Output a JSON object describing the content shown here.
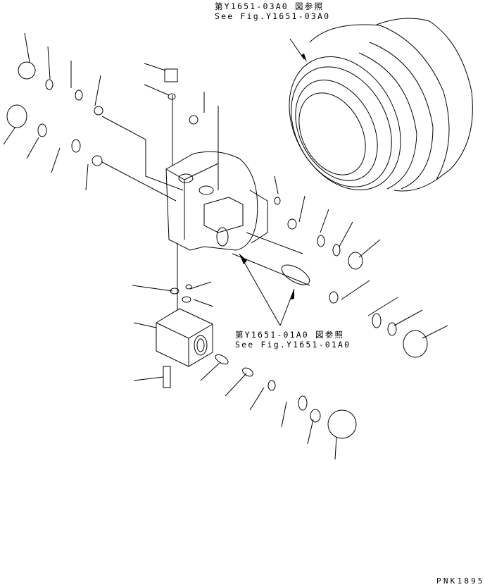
{
  "diagram": {
    "type": "exploded-parts-view",
    "references": [
      {
        "id": "ref-top",
        "line1": "第Y1651-03A0 図参照",
        "line2": "See Fig.Y1651-03A0"
      },
      {
        "id": "ref-mid",
        "line1": "第Y1651-01A0 図参照",
        "line2": "See Fig.Y1651-01A0"
      }
    ],
    "figure_code": "PNK1895",
    "line_color": "#000000",
    "background": "#ffffff"
  }
}
